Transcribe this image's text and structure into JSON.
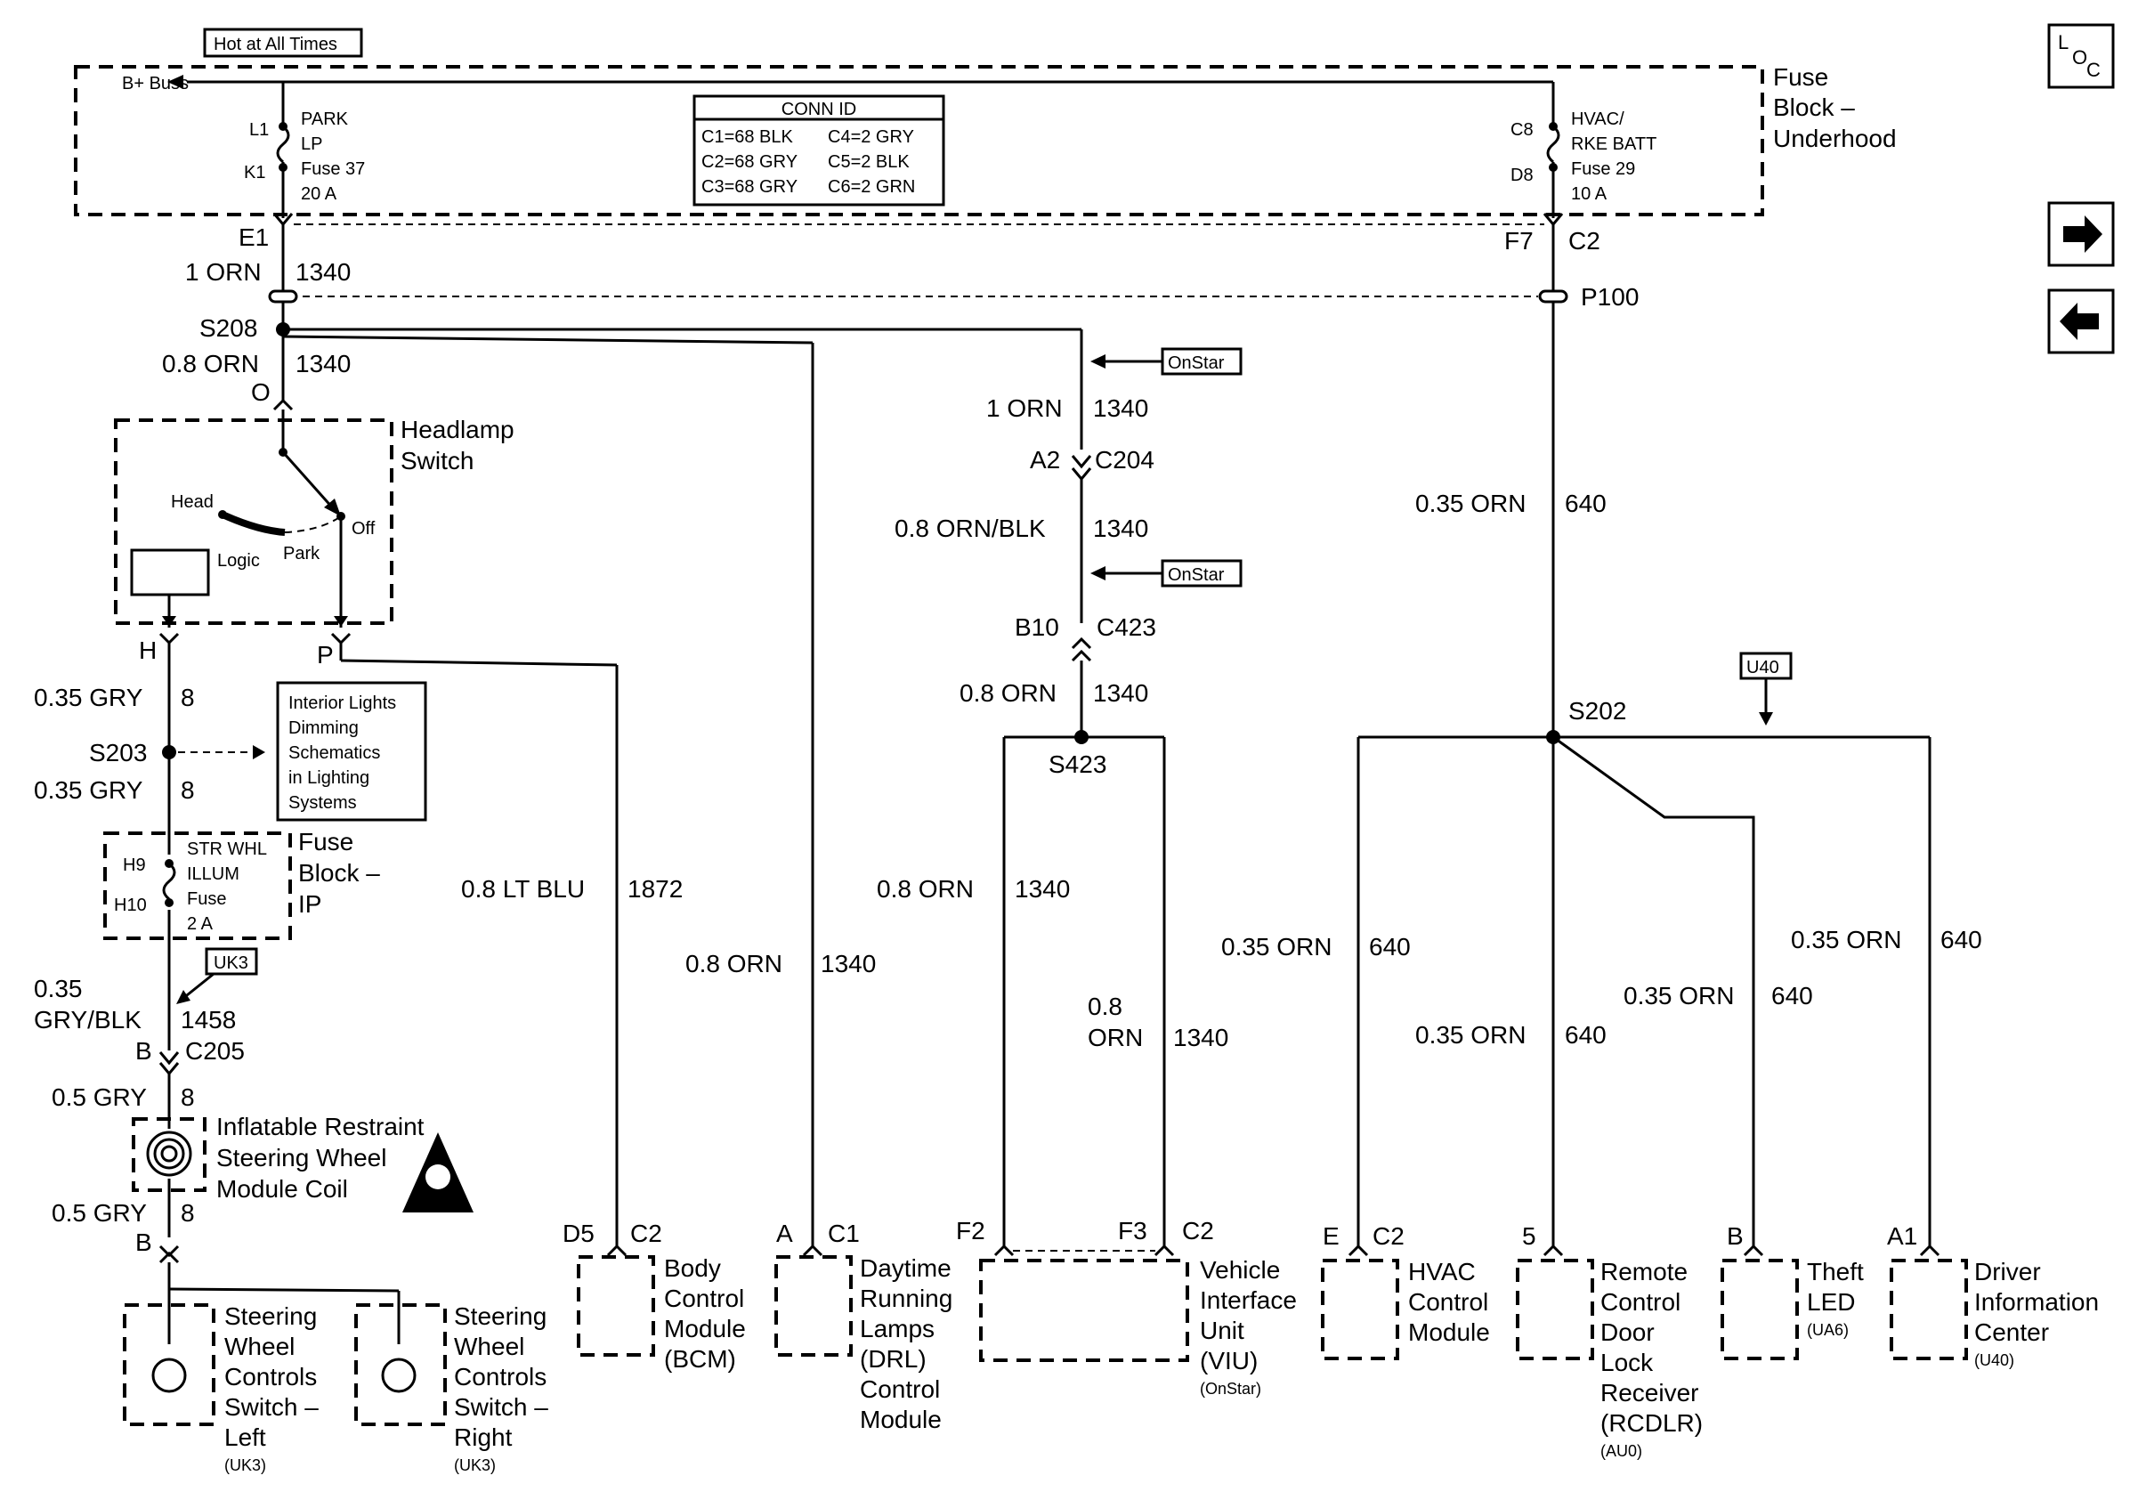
{
  "top_label": "Hot at All Times",
  "bbus": "B+ Buss",
  "fuse_block_underhood": [
    "Fuse",
    "Block –",
    "Underhood"
  ],
  "conn_id": {
    "title": "CONN ID",
    "rows": [
      [
        "C1=68 BLK",
        "C4=2 GRY"
      ],
      [
        "C2=68 GRY",
        "C5=2 BLK"
      ],
      [
        "C3=68 GRY",
        "C6=2 GRN"
      ]
    ]
  },
  "fuse37": {
    "pin_top": "L1",
    "pin_bottom": "K1",
    "lines": [
      "PARK",
      "LP",
      "Fuse 37",
      "20 A"
    ]
  },
  "fuse29": {
    "pin_top": "C8",
    "pin_bottom": "D8",
    "lines": [
      "HVAC/",
      "RKE BATT",
      "Fuse 29",
      "10 A"
    ]
  },
  "left_chain": {
    "e1": "E1",
    "w1_size": "1 ORN",
    "w1_circ": "1340",
    "s208": "S208",
    "w2_size": "0.8 ORN",
    "w2_circ": "1340",
    "o": "O",
    "headlamp_switch": [
      "Headlamp",
      "Switch"
    ],
    "head": "Head",
    "off": "Off",
    "park": "Park",
    "logic": "Logic",
    "h": "H",
    "p": "P",
    "w3_size": "0.35 GRY",
    "w3_circ": "8",
    "s203": "S203",
    "w4_size": "0.35 GRY",
    "w4_circ": "8",
    "interior_box": [
      "Interior Lights",
      "Dimming",
      "Schematics",
      "in Lighting",
      "Systems"
    ],
    "fuse_ip": [
      "Fuse",
      "Block –",
      "IP"
    ],
    "fuse_ip_pins": [
      "H9",
      "H10"
    ],
    "fuse_ip_lines": [
      "STR WHL",
      "ILLUM",
      "Fuse",
      "2 A"
    ],
    "uk3_tag": "UK3",
    "w5_size": [
      "0.35",
      "GRY/BLK"
    ],
    "w5_circ": "1458",
    "c205_pin": "B",
    "c205": "C205",
    "w6_size": "0.5 GRY",
    "w6_circ": "8",
    "coil": [
      "Inflatable Restraint",
      "Steering Wheel",
      "Module Coil"
    ],
    "w7_size": "0.5 GRY",
    "w7_circ": "8",
    "w7_pin": "B",
    "swc_left": [
      "Steering",
      "Wheel",
      "Controls",
      "Switch –",
      "Left"
    ],
    "swc_left_opt": "(UK3)",
    "swc_right": [
      "Steering",
      "Wheel",
      "Controls",
      "Switch –",
      "Right"
    ],
    "swc_right_opt": "(UK3)"
  },
  "bcm_wire": {
    "size": "0.8 LT BLU",
    "circ": "1872"
  },
  "drl_wire": {
    "size": "0.8 ORN",
    "circ": "1340"
  },
  "middle_chain": {
    "onstar1": "OnStar",
    "w1_size": "1 ORN",
    "w1_circ": "1340",
    "a2": "A2",
    "c204": "C204",
    "w2_size": "0.8 ORN/BLK",
    "w2_circ": "1340",
    "onstar2": "OnStar",
    "b10": "B10",
    "c423": "C423",
    "w3_size": "0.8 ORN",
    "w3_circ": "1340",
    "s423": "S423",
    "w4_size": "0.8 ORN",
    "w4_circ": "1340",
    "w5_size": [
      "0.8",
      "ORN"
    ],
    "w5_circ": "1340"
  },
  "right_chain": {
    "f7": "F7",
    "c2": "C2",
    "p100": "P100",
    "w1_size": "0.35 ORN",
    "w1_circ": "640",
    "u40_tag": "U40",
    "s202": "S202",
    "hvac_wire_size": "0.35 ORN",
    "hvac_wire_circ": "640",
    "rcdlr_wire_size": "0.35 ORN",
    "rcdlr_wire_circ": "640",
    "theft_wire_size": "0.35 ORN",
    "theft_wire_circ": "640",
    "dic_wire_size": "0.35 ORN",
    "dic_wire_circ": "640"
  },
  "modules": {
    "bcm": {
      "pin": "D5",
      "conn": "C2",
      "lines": [
        "Body",
        "Control",
        "Module",
        "(BCM)"
      ]
    },
    "drl": {
      "pin": "A",
      "conn": "C1",
      "lines": [
        "Daytime",
        "Running",
        "Lamps",
        "(DRL)",
        "Control",
        "Module"
      ]
    },
    "viu": {
      "pin1": "F2",
      "pin2": "F3",
      "conn": "C2",
      "lines": [
        "Vehicle",
        "Interface",
        "Unit",
        "(VIU)"
      ],
      "opt": "(OnStar)"
    },
    "hvac": {
      "pin": "E",
      "conn": "C2",
      "lines": [
        "HVAC",
        "Control",
        "Module"
      ]
    },
    "rcdlr": {
      "pin": "5",
      "lines": [
        "Remote",
        "Control",
        "Door",
        "Lock",
        "Receiver",
        "(RCDLR)"
      ],
      "opt": "(AU0)"
    },
    "theft": {
      "pin": "B",
      "lines": [
        "Theft",
        "LED"
      ],
      "opt": "(UA6)"
    },
    "dic": {
      "pin": "A1",
      "lines": [
        "Driver",
        "Information",
        "Center"
      ],
      "opt": "(U40)"
    }
  },
  "nav": {
    "loc_l": "L",
    "loc_o": "O",
    "loc_c": "C"
  }
}
